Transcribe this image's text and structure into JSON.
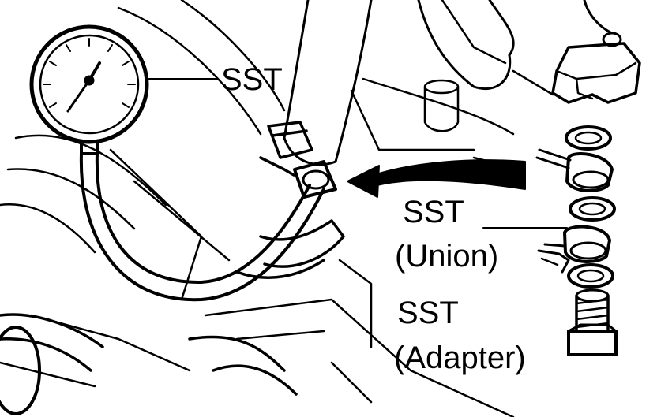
{
  "labels": {
    "gauge_sst": "SST",
    "union_sst": "SST",
    "union_name": "(Union)",
    "adapter_sst": "SST",
    "adapter_name": "(Adapter)"
  },
  "colors": {
    "ink": "#000000",
    "paper": "#ffffff"
  }
}
